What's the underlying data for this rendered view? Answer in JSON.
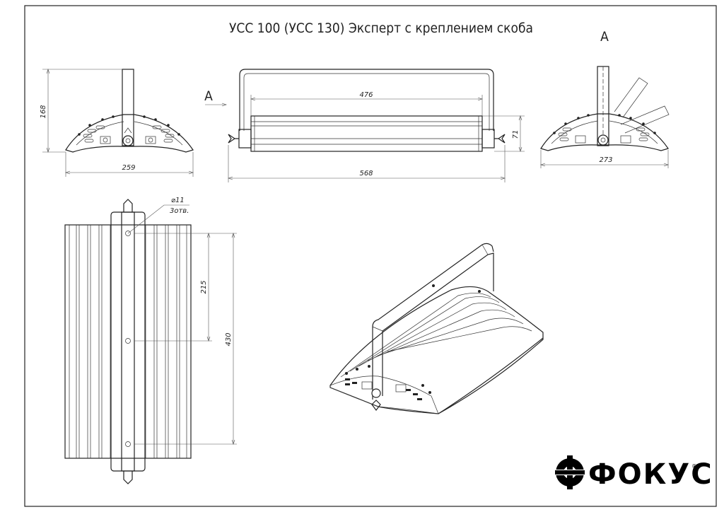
{
  "title": "УСС 100  (УСС 130) Эксперт с креплением скоба",
  "view_label": "А",
  "view_label_small": "А",
  "dimensions": {
    "front_height": "168",
    "front_width": "259",
    "side_inner": "476",
    "side_total": "568",
    "side_height": "71",
    "view_a_width": "273",
    "top_hole": "⌀11",
    "top_holes_count": "3отв.",
    "top_spacing": "215",
    "top_length": "430"
  },
  "logo": {
    "text": "ФОКУС",
    "mark": "®"
  }
}
